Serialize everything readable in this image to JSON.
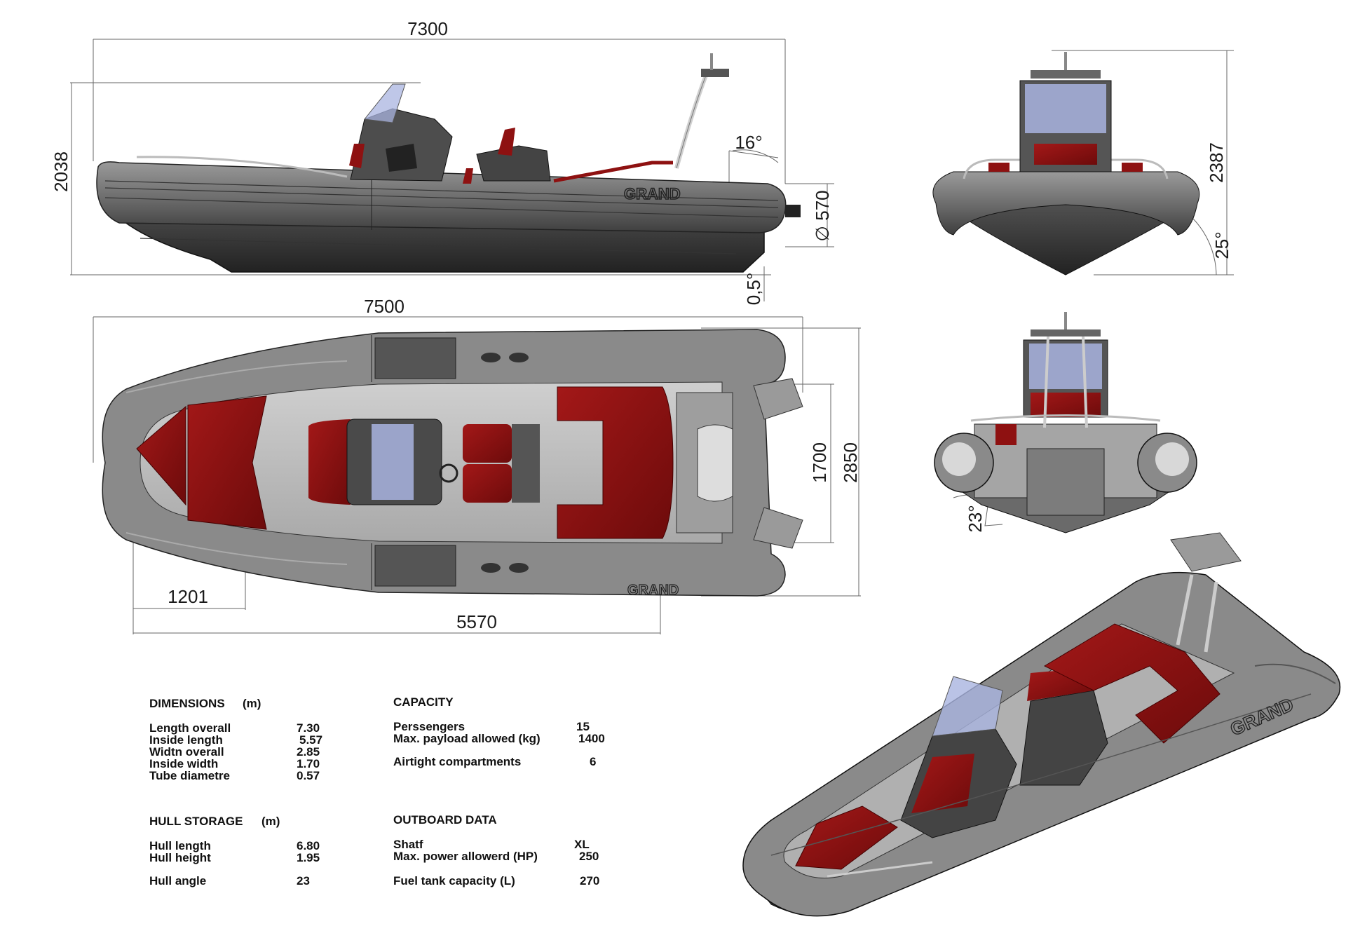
{
  "brand": "GRAND",
  "dimension_labels": {
    "length_profile": "7300",
    "height_profile": "2038",
    "tube_diameter": "∅ 570",
    "deadrise_front": "16°",
    "keel_angle": "0,5°",
    "length_overall_plan": "7500",
    "width_overall_plan": "2850",
    "inside_width_plan": "1700",
    "bow_seat_length": "1201",
    "inside_length_plan": "5570",
    "height_front": "2387",
    "deadrise_rear": "25°",
    "hull_angle_rear": "23°"
  },
  "specs": {
    "dimensions": {
      "heading": "DIMENSIONS",
      "unit": "(m)",
      "rows": [
        {
          "label": "Length overall",
          "value": "7.30"
        },
        {
          "label": "Inside length",
          "value": "5.57"
        },
        {
          "label": "Widtn overall",
          "value": "2.85"
        },
        {
          "label": "Inside width",
          "value": "1.70"
        },
        {
          "label": "Tube diametre",
          "value": "0.57"
        }
      ]
    },
    "hull_storage": {
      "heading": "HULL STORAGE",
      "unit": "(m)",
      "rows": [
        {
          "label": "Hull length",
          "value": "6.80"
        },
        {
          "label": "Hull height",
          "value": "1.95"
        },
        {
          "label": "Hull angle",
          "value": "23"
        }
      ]
    },
    "capacity": {
      "heading": "CAPACITY",
      "rows": [
        {
          "label": "Perssengers",
          "value": "15"
        },
        {
          "label": "Max. payload allowed (kg)",
          "value": "1400"
        },
        {
          "label": "Airtight compartments",
          "value": "6"
        }
      ]
    },
    "outboard": {
      "heading": "OUTBOARD DATA",
      "rows": [
        {
          "label": "Shatf",
          "value": "XL"
        },
        {
          "label": "Max. power allowerd (HP)",
          "value": "250"
        },
        {
          "label": "Fuel tank capacity (L)",
          "value": "270"
        }
      ]
    }
  },
  "colors": {
    "tube": "#8a8a8a",
    "tube_dark": "#4a4a4a",
    "hull": "#3a3a3a",
    "deck": "#bdbdbd",
    "upholstery": "#8e1111",
    "windscreen": "#a9b4e0",
    "dim_line": "#555555"
  }
}
